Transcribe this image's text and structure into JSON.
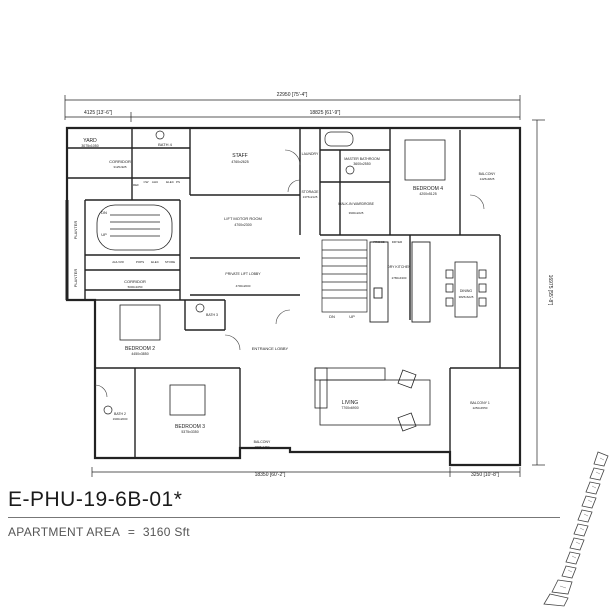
{
  "dimensions": {
    "overall_width": "22950 [75'-4\"]",
    "left_width": "4125 [13'-6\"]",
    "right_width": "18825 [61'-9\"]",
    "overall_depth": "16975 [55'-8\"]",
    "bottom_left": "18350 [60'-2\"]",
    "bottom_right": "3250 [10'-8\"]"
  },
  "rooms": {
    "yard": {
      "name": "YARD",
      "size": "3075x1050"
    },
    "bath4": {
      "name": "BATH 4",
      "size": "1475x1150"
    },
    "staff": {
      "name": "STAFF",
      "size": "4760x2625"
    },
    "laundry": {
      "name": "LAUNDRY",
      "size": ""
    },
    "master_bath": {
      "name": "MASTER BATHROOM",
      "size": "3600x2550"
    },
    "bedroom4": {
      "name": "BEDROOM 4",
      "size": "4200x5125"
    },
    "balcony2": {
      "name": "BALCONY",
      "size": "1425x4825"
    },
    "corridor_top": {
      "name": "CORRIDOR",
      "size": "3125x925"
    },
    "storage": {
      "name": "STORAGE",
      "size": "1375x2125"
    },
    "walk_in": {
      "name": "WALK-IN WARDROBE",
      "size": "3900x2225"
    },
    "lift_motor": {
      "name": "LIFT MOTOR ROOM",
      "size": "4700x2300"
    },
    "dry_kitchen": {
      "name": "DRY KITCHEN",
      "size": "2780x4300"
    },
    "dining": {
      "name": "DINING",
      "size": "3825x6225"
    },
    "private_lobby": {
      "name": "PRIVATE LIFT LOBBY",
      "size": "4700x2000"
    },
    "corridor_mid": {
      "name": "CORRIDOR",
      "size": "5000x1050"
    },
    "bath3": {
      "name": "BATH 3",
      "size": ""
    },
    "bedroom2": {
      "name": "BEDROOM 2",
      "size": "4450x3850"
    },
    "entrance_lobby": {
      "name": "ENTRANCE LOBBY",
      "size": ""
    },
    "bath2": {
      "name": "BATH 2",
      "size": "1900x2000"
    },
    "bedroom3": {
      "name": "BEDROOM 3",
      "size": "5375x3350"
    },
    "living": {
      "name": "LIVING",
      "size": "7700x6900"
    },
    "balcony1": {
      "name": "BALCONY 1",
      "size": "2250x4550"
    },
    "balcony_small": {
      "name": "BALCONY",
      "size": "2875x1750"
    }
  },
  "labels": {
    "planter": "PLANTER",
    "dn": "DN",
    "up": "UP",
    "fridge": "FRIDGE",
    "dryer": "DRYER",
    "ref": "REF",
    "ahu": "AHU",
    "elec": "ELEC",
    "cw": "CW",
    "ps": "PS",
    "ahu_rr": "AHU RR",
    "pops": "POPS",
    "elec2": "ELEC",
    "store": "STORE"
  },
  "unit": {
    "code": "E-PHU-19-6B-01*",
    "area_label": "APARTMENT AREA",
    "area_equals": "=",
    "area_value": "3160 Sft"
  }
}
